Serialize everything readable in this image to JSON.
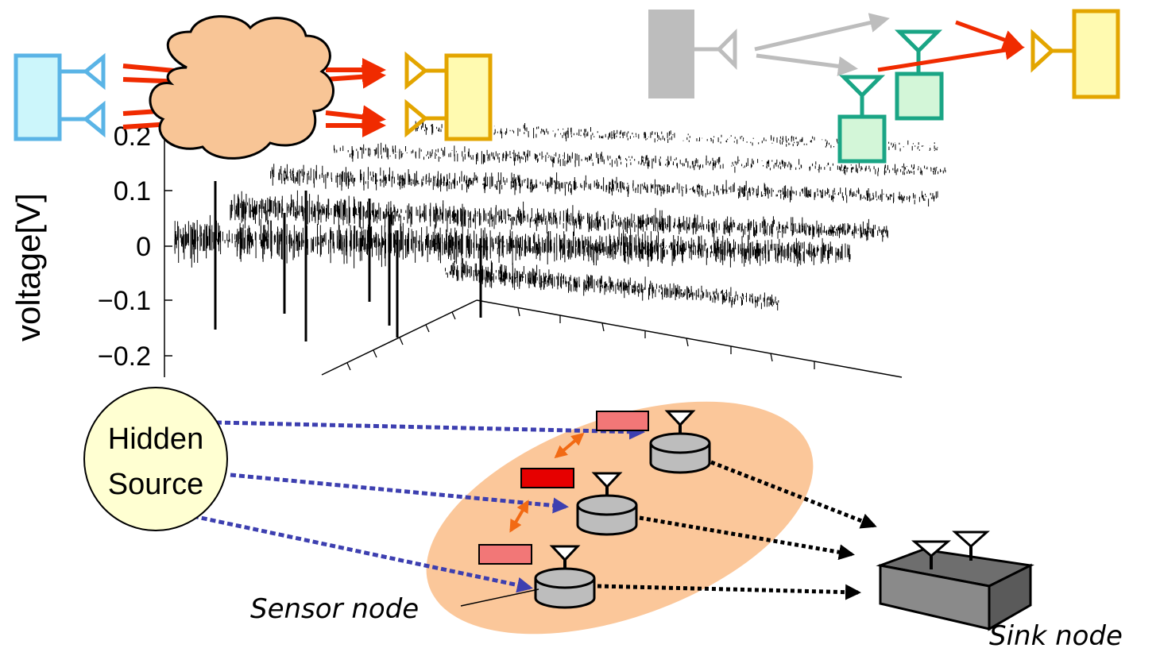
{
  "plot": {
    "ylabel": "voltage[V]",
    "yticks": [
      "0.2",
      "0.1",
      "0",
      "−0.1",
      "−0.2"
    ]
  },
  "hidden_source": {
    "line1": "Hidden",
    "line2": "Source"
  },
  "labels": {
    "sensor_node": "Sensor node",
    "sink_node": "Sink node"
  },
  "colors": {
    "tx_light_blue": "#ccf6fb",
    "tx_blue_stroke": "#5ab4e6",
    "rx_yellow": "#fffab0",
    "rx_orange_stroke": "#e3a500",
    "relay_green": "#d3f6d8",
    "relay_green_stroke": "#1aa585",
    "source_gray": "#bdbdbd",
    "cloud": "#f8c596",
    "cluster_fill": "#fbc79a",
    "red_arrow": "#f02b00",
    "blue_dash": "#3d3fb0",
    "sink_gray": "#6e6e6e",
    "node_gray": "#bdbdbd",
    "packet_red": "#e60000",
    "packet_pink": "#f27777",
    "orange_arrow": "#f26a14",
    "hidden_source_fill": "#ffffd2"
  },
  "icons": [
    "antenna-icon",
    "cloud-icon",
    "sensor-node-icon",
    "sink-node-icon",
    "packet-icon"
  ]
}
